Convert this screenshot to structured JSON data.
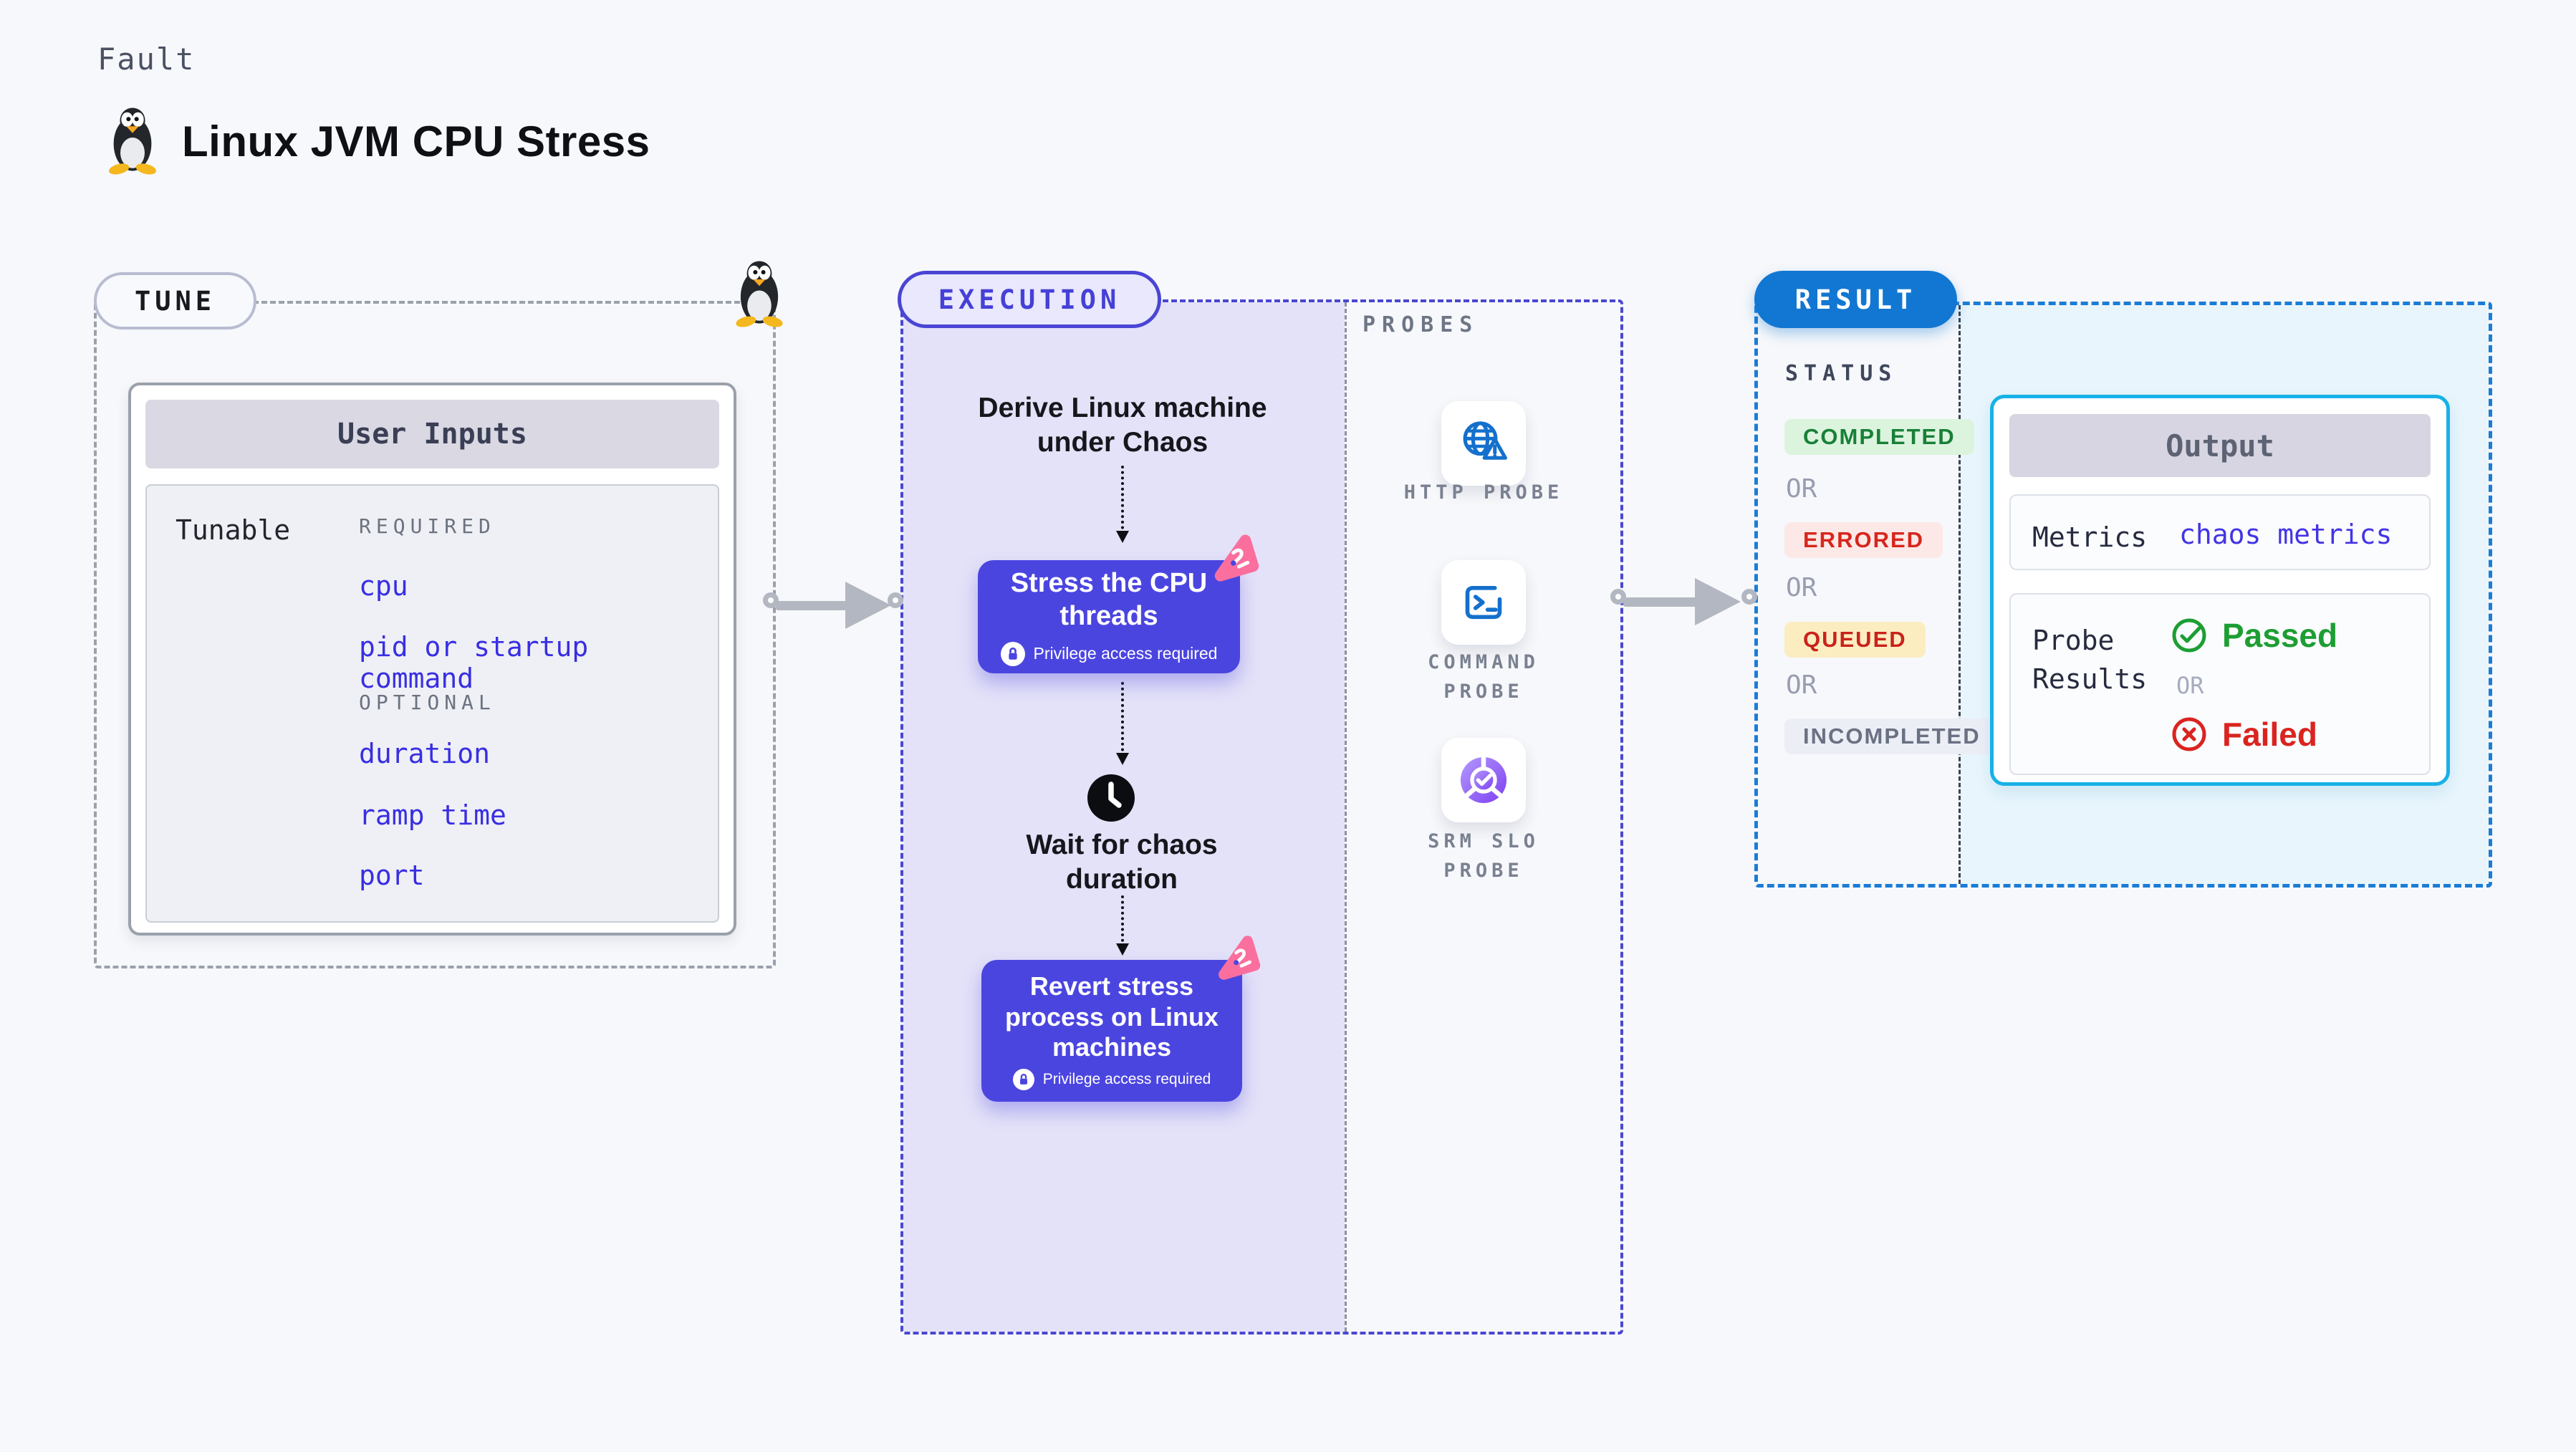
{
  "header": {
    "eyebrow": "Fault",
    "title": "Linux JVM CPU Stress"
  },
  "tune": {
    "badge": "TUNE",
    "card": {
      "header": "User Inputs",
      "row_label": "Tunable",
      "required_label": "REQUIRED",
      "required_items": [
        "cpu",
        "pid or startup command"
      ],
      "optional_label": "OPTIONAL",
      "optional_items": [
        "duration",
        "ramp time",
        "port"
      ]
    }
  },
  "execution": {
    "badge": "EXECUTION",
    "step1": "Derive Linux machine under Chaos",
    "step2": "Stress the CPU threads",
    "step3": "Wait for chaos duration",
    "step4": "Revert stress process on Linux machines",
    "privilege_note": "Privilege access required"
  },
  "probes": {
    "label": "PROBES",
    "items": [
      {
        "name": "HTTP PROBE",
        "icon": "globe-alert-icon"
      },
      {
        "name": "COMMAND PROBE",
        "icon": "terminal-icon"
      },
      {
        "name": "SRM SLO PROBE",
        "icon": "slo-pie-check-icon"
      }
    ]
  },
  "result": {
    "badge": "RESULT",
    "status_label": "STATUS",
    "or_label": "OR",
    "statuses": [
      {
        "label": "COMPLETED",
        "fg": "#188038",
        "bg": "#dcf4dd"
      },
      {
        "label": "ERRORED",
        "fg": "#d7261d",
        "bg": "#fce9e7"
      },
      {
        "label": "QUEUED",
        "fg": "#c9221c",
        "bg": "#fcedc0"
      },
      {
        "label": "INCOMPLETED",
        "fg": "#6a7183",
        "bg": "#eceef6"
      }
    ],
    "output": {
      "header": "Output",
      "metrics_label": "Metrics",
      "metrics_value": "chaos metrics",
      "probe_results_label": "Probe Results",
      "passed_label": "Passed",
      "failed_label": "Failed",
      "or_label": "OR",
      "colors": {
        "passed": "#1d9e33",
        "failed": "#da241f",
        "metrics_value": "#4334e4"
      }
    }
  },
  "icons": {
    "brand": "tux-penguin-icon",
    "step_lock": "lock-icon",
    "step_wait": "clock-icon",
    "chaos_marker": "chaos-spark-icon",
    "passed": "check-circle-icon",
    "failed": "x-circle-icon"
  },
  "colors": {
    "accent_indigo": "#4b45e0",
    "execution_fill": "#e4e2f8",
    "result_blue": "#1277d2",
    "output_border": "#18b1e7",
    "link_blue": "#392ee2",
    "arrow_gray": "#b3b7c1"
  }
}
